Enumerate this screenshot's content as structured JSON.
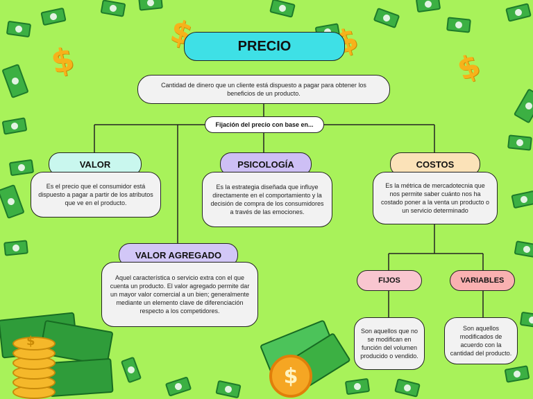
{
  "title": "PRECIO",
  "definition": "Cantidad de dinero que un cliente está dispuesto a pagar para obtener los beneficios de un producto.",
  "fixing_label": "Fijación del precio con base en...",
  "nodes": {
    "valor": {
      "label": "VALOR",
      "text": "Es el precio que el consumidor está dispuesto a pagar a partir de los atributos que ve en el producto."
    },
    "psicologia": {
      "label": "PSICOLOGÍA",
      "text": "Es la estrategia diseñada que influye directamente en el comportamiento y la decisión de compra de los consumidores a través de las emociones."
    },
    "costos": {
      "label": "COSTOS",
      "text": "Es la métrica de mercadotecnia que nos permite saber cuánto nos ha costado poner a la venta un producto o un servicio determinado"
    },
    "valor_agregado": {
      "label": "VALOR AGREGADO",
      "text": "Aquel característica o servicio extra con el que cuenta un producto. El valor agregado permite dar un mayor valor comercial a un bien; generalmente mediante un elemento clave de diferenciación respecto a los competidores."
    },
    "fijos": {
      "label": "FIJOS",
      "text": "Son aquellos que no se modifican en función del volumen producido o vendido."
    },
    "variables": {
      "label": "VARIABLES",
      "text": "Son aquellos modificados de acuerdo con la cantidad del producto."
    }
  },
  "colors": {
    "background": "#a8f25a",
    "title": "#3ee0e6",
    "valor": "#c9f7ee",
    "psicologia": "#cdbff5",
    "costos": "#fbe2b8",
    "valor_agregado": "#d2c7f7",
    "fijos": "#f8c6d0",
    "variables": "#f9b1b1"
  },
  "icons": [
    "dollar-sign-icon",
    "banknote-icon",
    "coin-stack-icon"
  ]
}
